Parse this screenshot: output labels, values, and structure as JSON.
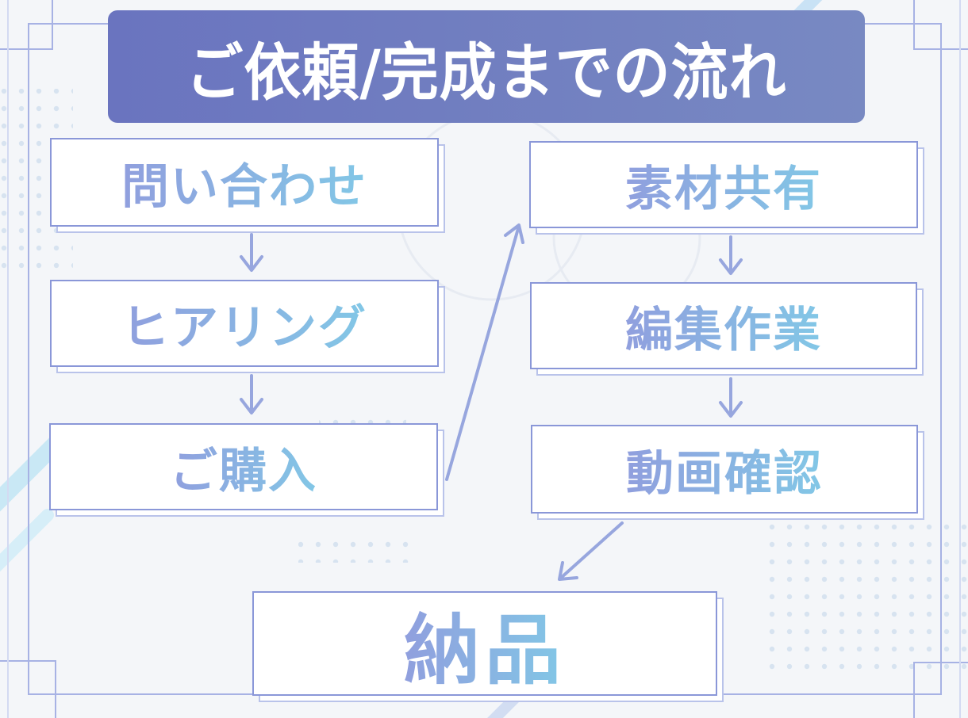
{
  "title": "ご依頼/完成までの流れ",
  "steps": [
    {
      "id": "inquiry",
      "label": "問い合わせ"
    },
    {
      "id": "hearing",
      "label": "ヒアリング"
    },
    {
      "id": "purchase",
      "label": "ご購入"
    },
    {
      "id": "material",
      "label": "素材共有"
    },
    {
      "id": "editing",
      "label": "編集作業"
    },
    {
      "id": "review",
      "label": "動画確認"
    },
    {
      "id": "delivery",
      "label": "納品"
    }
  ],
  "colors": {
    "title_bar": "#6a74bf",
    "box_border": "#8a97d8",
    "arrow": "#97a6de",
    "label_start": "#909fde",
    "label_end": "#82c7e6",
    "background": "#f4f6f9"
  }
}
